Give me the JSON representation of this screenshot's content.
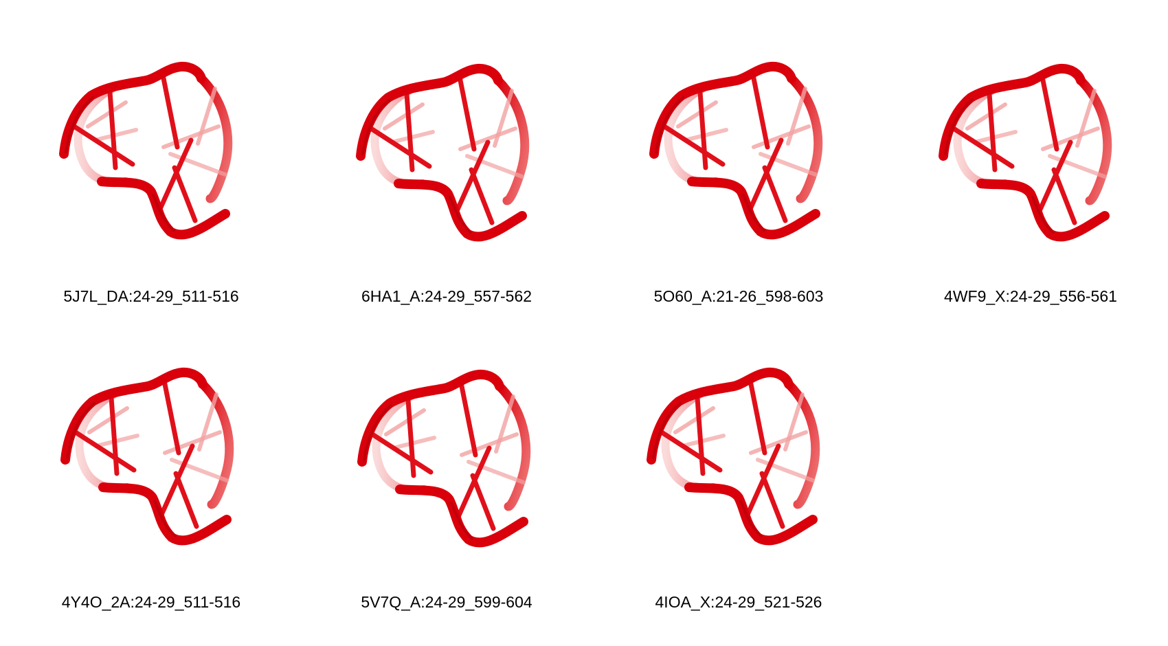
{
  "colors": {
    "backbone": "#d9000c",
    "backbone_dark": "#a80008",
    "backbone_faded": "#f07a7a",
    "rung": "#e0101a",
    "rung_faded": "#f3a2a2",
    "background": "#ffffff"
  },
  "structures": [
    {
      "label": "5J7L_DA:24-29_511-516"
    },
    {
      "label": "6HA1_A:24-29_557-562"
    },
    {
      "label": "5O60_A:21-26_598-603"
    },
    {
      "label": "4WF9_X:24-29_556-561"
    },
    {
      "label": "4Y4O_2A:24-29_511-516"
    },
    {
      "label": "5V7Q_A:24-29_599-604"
    },
    {
      "label": "4IOA_X:24-29_521-526"
    }
  ]
}
